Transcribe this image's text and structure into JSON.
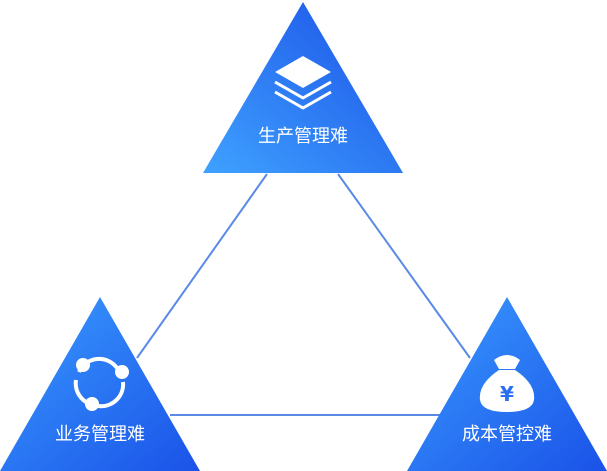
{
  "diagram": {
    "nodes": [
      {
        "id": "production",
        "label": "生产管理难",
        "icon": "layers-icon"
      },
      {
        "id": "business",
        "label": "业务管理难",
        "icon": "share-nodes-icon"
      },
      {
        "id": "cost",
        "label": "成本管控难",
        "icon": "money-bag-yen-icon"
      }
    ],
    "icon_text": {
      "currency": "¥"
    },
    "colors": {
      "gradient_light": "#3fa2ff",
      "gradient_dark": "#1a4fe6",
      "connector": "#5a8ae6",
      "label": "#ffffff"
    }
  }
}
